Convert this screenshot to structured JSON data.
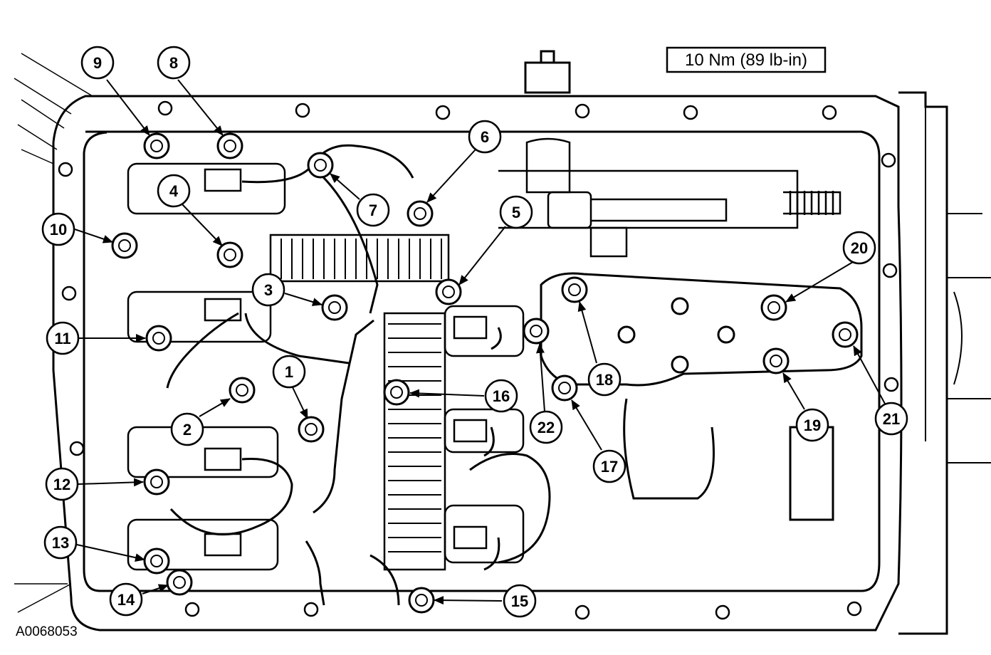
{
  "spec_label": "10 Nm (89 lb-in)",
  "figure_id": "A0068053",
  "callouts": [
    {
      "label": "1"
    },
    {
      "label": "2"
    },
    {
      "label": "3"
    },
    {
      "label": "4"
    },
    {
      "label": "5"
    },
    {
      "label": "6"
    },
    {
      "label": "7"
    },
    {
      "label": "8"
    },
    {
      "label": "9"
    },
    {
      "label": "10"
    },
    {
      "label": "11"
    },
    {
      "label": "12"
    },
    {
      "label": "13"
    },
    {
      "label": "14"
    },
    {
      "label": "15"
    },
    {
      "label": "16"
    },
    {
      "label": "17"
    },
    {
      "label": "18"
    },
    {
      "label": "19"
    },
    {
      "label": "20"
    },
    {
      "label": "21"
    },
    {
      "label": "22"
    }
  ]
}
